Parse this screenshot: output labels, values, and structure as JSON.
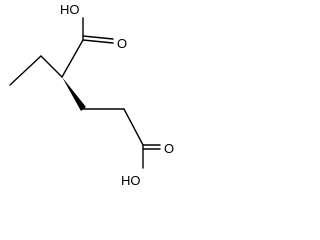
{
  "molecule": {
    "labels": {
      "top_oh": "HO",
      "top_o": "O",
      "bottom_o": "O",
      "bottom_oh": "HO"
    },
    "colors": {
      "ink": "#000000",
      "background": "#ffffff"
    }
  }
}
